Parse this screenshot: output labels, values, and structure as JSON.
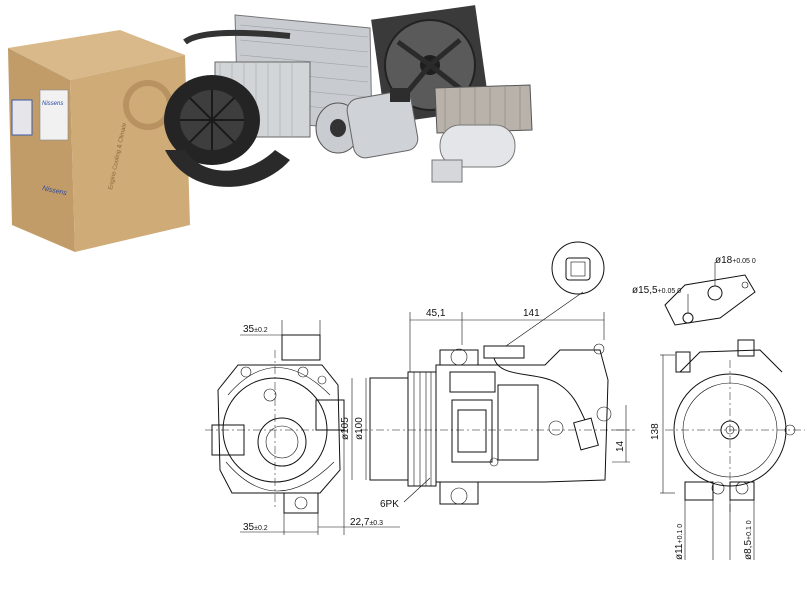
{
  "brand": {
    "logo_text": "Nissens",
    "box_text": "Engine Cooling & Climate"
  },
  "dimensions": {
    "front_top_width": "35",
    "front_top_tol": "±0.2",
    "front_bottom_width": "35",
    "front_bottom_tol": "±0.2",
    "front_offset": "22,7",
    "front_offset_tol": "±0.3",
    "side_top_left": "45,1",
    "side_top_total": "141",
    "dia_outer": "ø105",
    "dia_inner": "ø100",
    "belt": "6PK",
    "rear_offset": "14",
    "rear_height": "138",
    "port_a": "ø15,5",
    "port_a_tol": "+0.05 0",
    "port_b": "ø18",
    "port_b_tol": "+0.05 0",
    "bottom_a": "ø11",
    "bottom_a_tol": "+0.1 0",
    "bottom_b": "ø8,5",
    "bottom_b_tol": "+0.1 0"
  },
  "colors": {
    "box": "#c8a472",
    "metal": "#b9bcc0",
    "dark": "#2b2b2b",
    "line": "#111111"
  }
}
